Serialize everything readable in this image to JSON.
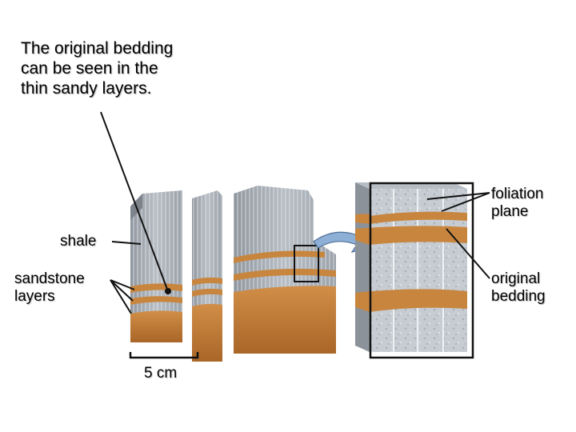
{
  "caption": {
    "line1": "The original bedding",
    "line2": "can be seen in the",
    "line3": "thin sandy layers."
  },
  "labels": {
    "shale": "shale",
    "sandstone_line1": "sandstone",
    "sandstone_line2": "layers",
    "scale": "5 cm",
    "foliation_line1": "foliation",
    "foliation_line2": "plane",
    "bedding_line1": "original",
    "bedding_line2": "bedding"
  },
  "colors": {
    "shale_gray": "#a9b0b8",
    "shale_light": "#c9ced4",
    "sandstone_orange": "#c8853e",
    "sandstone_dark": "#a8652a",
    "arrow_fill": "#8fb0d6"
  }
}
